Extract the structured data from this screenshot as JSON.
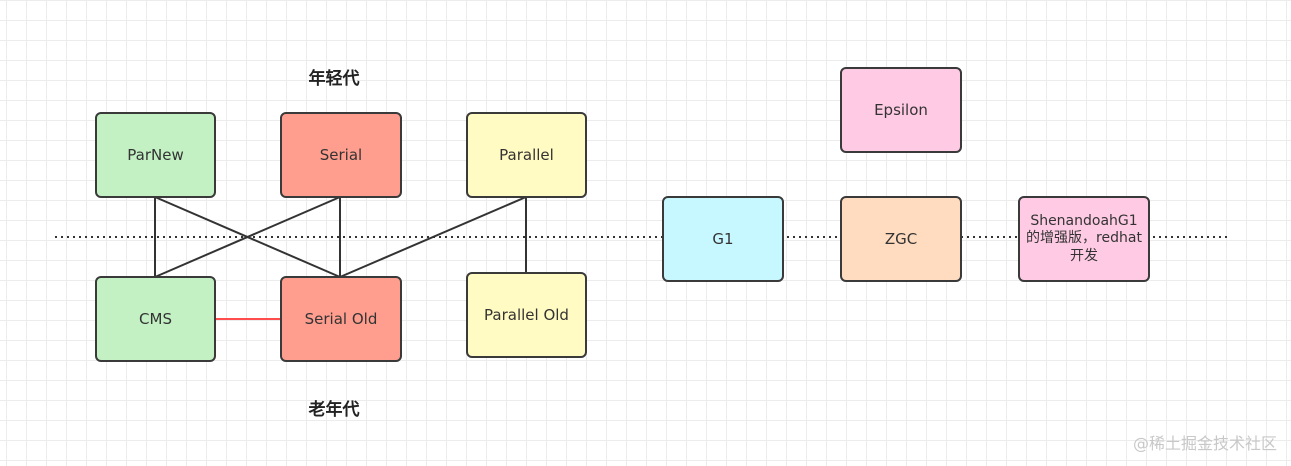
{
  "labels": {
    "young": "年轻代",
    "old": "老年代"
  },
  "nodes": {
    "parnew": {
      "label": "ParNew",
      "fill": "#c3f1c4"
    },
    "serial": {
      "label": "Serial",
      "fill": "#ff9e8e"
    },
    "parallel": {
      "label": "Parallel",
      "fill": "#fffbc3"
    },
    "cms": {
      "label": "CMS",
      "fill": "#c3f1c4"
    },
    "serial_old": {
      "label": "Serial Old",
      "fill": "#ff9e8e"
    },
    "parallel_old": {
      "label": "Parallel Old",
      "fill": "#fffbc3"
    },
    "epsilon": {
      "label": "Epsilon",
      "fill": "#ffcbe4"
    },
    "g1": {
      "label": "G1",
      "fill": "#c8f8ff"
    },
    "zgc": {
      "label": "ZGC",
      "fill": "#ffdcc0"
    },
    "shenandoah": {
      "label": "ShenandoahG1的增强版，redhat开发",
      "fill": "#ffcbe4"
    }
  },
  "edges": [
    {
      "from": "parnew",
      "to": "cms",
      "color": "#333333"
    },
    {
      "from": "parnew",
      "to": "serial_old",
      "color": "#333333"
    },
    {
      "from": "serial",
      "to": "cms",
      "color": "#333333"
    },
    {
      "from": "serial",
      "to": "serial_old",
      "color": "#333333"
    },
    {
      "from": "parallel",
      "to": "serial_old",
      "color": "#333333"
    },
    {
      "from": "parallel",
      "to": "parallel_old",
      "color": "#333333"
    },
    {
      "from": "cms",
      "to": "serial_old",
      "color": "#ff4d4d"
    }
  ],
  "watermark": "@稀土掘金技术社区"
}
